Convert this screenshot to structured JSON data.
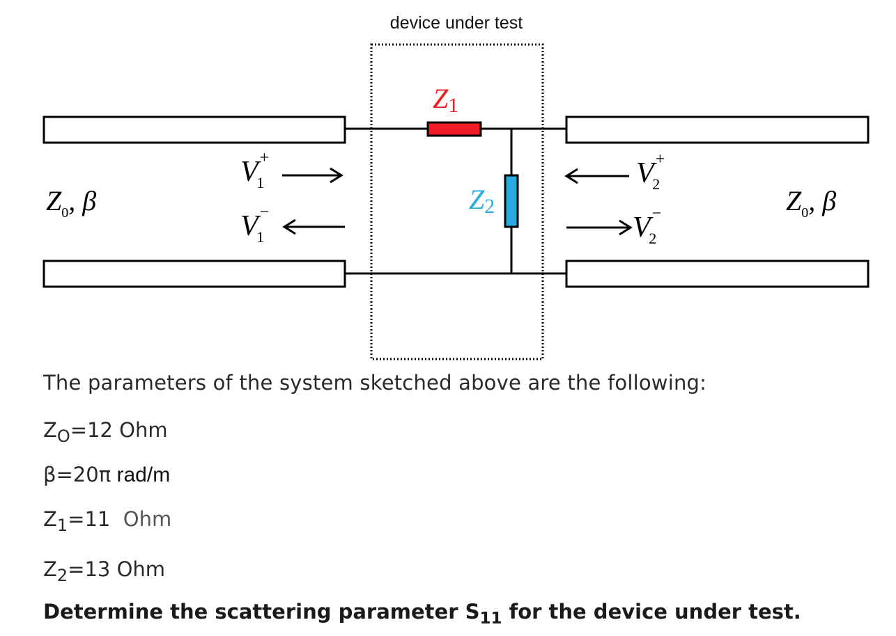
{
  "diagram": {
    "box_label": "device under test",
    "z1_label": "Z",
    "z1_sub": "1",
    "z2_label": "Z",
    "z2_sub": "2",
    "left_line_label": "Z",
    "left_line_sub": "0",
    "left_line_beta": ", β",
    "right_line_label": "Z",
    "right_line_sub": "0",
    "right_line_beta": ", β",
    "v1_plus": {
      "base": "V",
      "sup": "+",
      "sub": "1"
    },
    "v1_minus": {
      "base": "V",
      "sup": "−",
      "sub": "1"
    },
    "v2_plus": {
      "base": "V",
      "sup": "+",
      "sub": "2"
    },
    "v2_minus": {
      "base": "V",
      "sup": "−",
      "sub": "2"
    },
    "colors": {
      "z1": "#ee1c24",
      "z2": "#29abe2",
      "wire": "#000000"
    }
  },
  "text": {
    "intro": "The parameters of the system sketched above are the following:",
    "z0": {
      "base": "Z",
      "sub": "O",
      "value": "=12 Ohm"
    },
    "beta": {
      "sym": "β=20π",
      "unit": " rad/m"
    },
    "z1": {
      "base": "Z",
      "sub": "1",
      "value": "=11",
      "unit": "  Ohm"
    },
    "z2": {
      "base": "Z",
      "sub": "2",
      "value": "=13 Ohm"
    },
    "question": {
      "pre": "Determine the scattering parameter S",
      "sub": "11",
      "post": " for the device under test."
    }
  }
}
